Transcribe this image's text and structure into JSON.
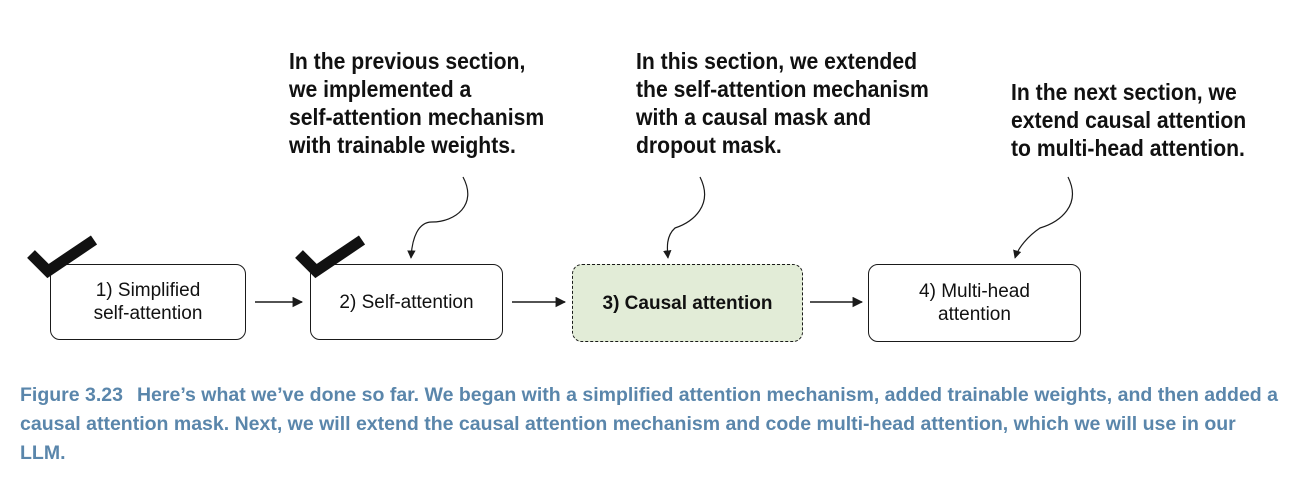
{
  "annotations": {
    "previous": [
      "In the previous section,",
      "we implemented a",
      "self-attention mechanism",
      "with trainable weights."
    ],
    "current": [
      "In this section, we extended",
      "the self-attention mechanism",
      "with a causal mask and",
      "dropout mask."
    ],
    "next": [
      "In the next section, we",
      "extend causal attention",
      "to multi-head attention."
    ]
  },
  "steps": [
    {
      "lines": [
        "1) Simplified",
        "self-attention"
      ],
      "completed": true
    },
    {
      "lines": [
        "2) Self-attention"
      ],
      "completed": true
    },
    {
      "lines": [
        "3) Causal attention"
      ],
      "completed": false,
      "current": true
    },
    {
      "lines": [
        "4) Multi-head",
        "attention"
      ],
      "completed": false
    }
  ],
  "caption": {
    "label": "Figure 3.23",
    "text": "Here’s what we’ve done so far. We began with a simplified attention mechanism, added trainable weights, and then added a causal attention mask. Next, we will extend the causal attention mechanism and code multi-head attention, which we will use in our LLM."
  },
  "colors": {
    "current_step_fill": "#e2ecd7",
    "caption_text": "#5a86ab",
    "checkmark": "#111111"
  }
}
